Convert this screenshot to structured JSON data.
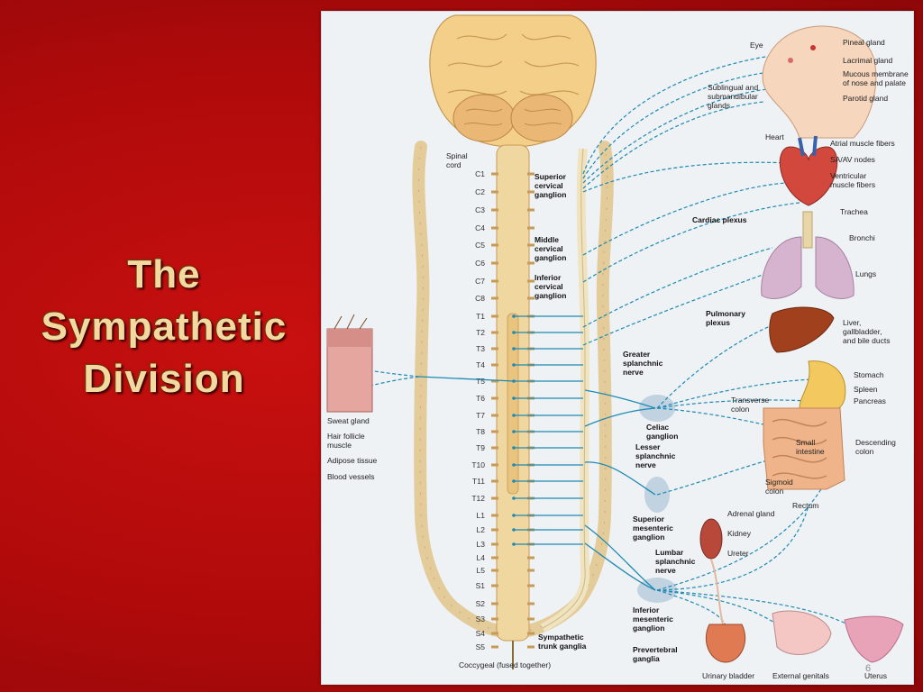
{
  "title": {
    "lines": [
      "The",
      "Sympathetic",
      "Division"
    ]
  },
  "page_number": "6",
  "diagram": {
    "spinal_cord_label": "Spinal\ncord",
    "segments": [
      "C1",
      "C2",
      "C3",
      "C4",
      "C5",
      "C6",
      "C7",
      "C8",
      "T1",
      "T2",
      "T3",
      "T4",
      "T5",
      "T6",
      "T7",
      "T8",
      "T9",
      "T10",
      "T11",
      "T12",
      "L1",
      "L2",
      "L3",
      "L4",
      "L5",
      "S1",
      "S2",
      "S3",
      "S4",
      "S5"
    ],
    "coccygeal_label": "Coccygeal (fused together)",
    "ganglia_labels": {
      "superior_cervical": "Superior\ncervical\nganglion",
      "middle_cervical": "Middle\ncervical\nganglion",
      "inferior_cervical": "Inferior\ncervical\nganglion",
      "sympathetic_trunk": "Sympathetic\ntrunk ganglia",
      "celiac": "Celiac\nganglion",
      "superior_mesenteric": "Superior\nmesenteric\nganglion",
      "inferior_mesenteric": "Inferior\nmesenteric\nganglion",
      "prevertebral": "Prevertebral\nganglia"
    },
    "nerve_labels": {
      "cardiac_plexus": "Cardiac plexus",
      "pulmonary_plexus": "Pulmonary\nplexus",
      "greater_splanchnic": "Greater\nsplanchnic\nnerve",
      "lesser_splanchnic": "Lesser\nsplanchnic\nnerve",
      "lumbar_splanchnic": "Lumbar\nsplanchnic\nnerve"
    },
    "skin_labels": [
      "Sweat gland",
      "Hair follicle\nmuscle",
      "Adipose tissue",
      "Blood vessels"
    ],
    "organ_labels": {
      "eye": "Eye",
      "pineal_gland": "Pineal gland",
      "lacrimal_gland": "Lacrimal gland",
      "mucous_membrane": "Mucous membrane\nof nose and palate",
      "sublingual": "Sublingual and\nsubmandibular\nglands",
      "parotid": "Parotid gland",
      "heart": "Heart",
      "atrial": "Atrial muscle fibers",
      "sa_av": "SA/AV nodes",
      "ventricular": "Ventricular\nmuscle fibers",
      "trachea": "Trachea",
      "bronchi": "Bronchi",
      "lungs": "Lungs",
      "liver": "Liver,\ngallbladder,\nand bile ducts",
      "stomach": "Stomach",
      "spleen": "Spleen",
      "pancreas": "Pancreas",
      "transverse_colon": "Transverse\ncolon",
      "small_intestine": "Small\nintestine",
      "descending_colon": "Descending\ncolon",
      "sigmoid_colon": "Sigmoid\ncolon",
      "rectum": "Rectum",
      "adrenal": "Adrenal gland",
      "kidney": "Kidney",
      "ureter": "Ureter",
      "urinary_bladder": "Urinary bladder",
      "external_genitals": "External genitals",
      "uterus": "Uterus"
    }
  }
}
